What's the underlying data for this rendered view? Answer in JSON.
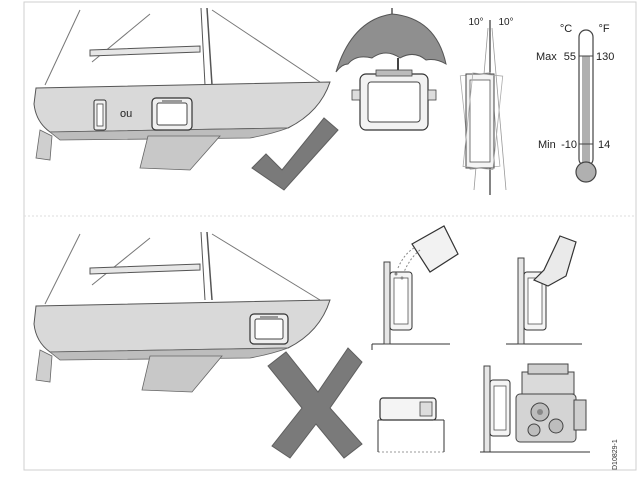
{
  "labels": {
    "or_word": "ou",
    "angle_left": "10°",
    "angle_right": "10°",
    "unit_c": "°C",
    "unit_f": "°F",
    "max_label": "Max",
    "max_c": "55",
    "max_f": "130",
    "min_label": "Min",
    "min_c": "-10",
    "min_f": "14",
    "figure_code": "D10829-1"
  },
  "colors": {
    "hull": "#d9d9d9",
    "hull_shadow": "#b5b5b5",
    "line": "#555555",
    "check": "#7a7a7a",
    "cross": "#7a7a7a",
    "umbrella": "#8f8f8f",
    "thermo": "#b0b0b0"
  },
  "marks": {
    "good": "check-mark-icon",
    "bad": "cross-mark-icon"
  }
}
